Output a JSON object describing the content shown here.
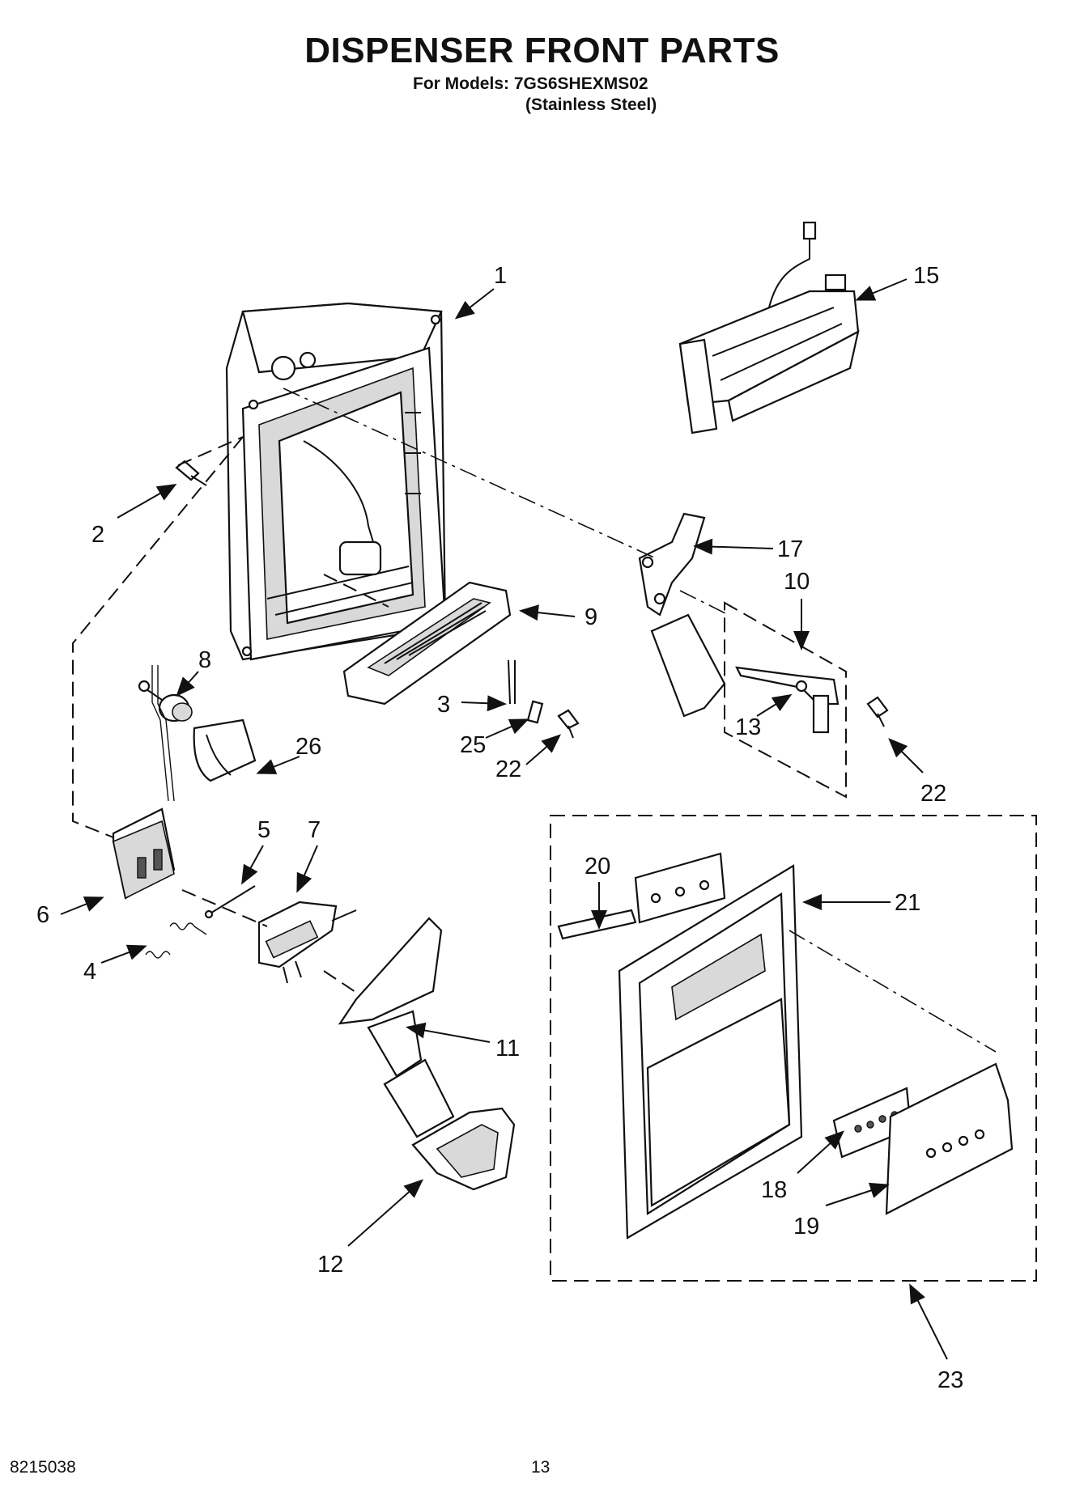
{
  "header": {
    "title": "DISPENSER FRONT PARTS",
    "models_line": "For Models: 7GS6SHEXMS02",
    "finish_line": "(Stainless Steel)"
  },
  "callouts": [
    "1",
    "2",
    "3",
    "4",
    "5",
    "6",
    "7",
    "8",
    "9",
    "10",
    "11",
    "12",
    "13",
    "15",
    "17",
    "18",
    "19",
    "20",
    "21",
    "22",
    "22",
    "23",
    "25",
    "26"
  ],
  "footer": {
    "doc_number": "8215038",
    "page_number": "13"
  }
}
